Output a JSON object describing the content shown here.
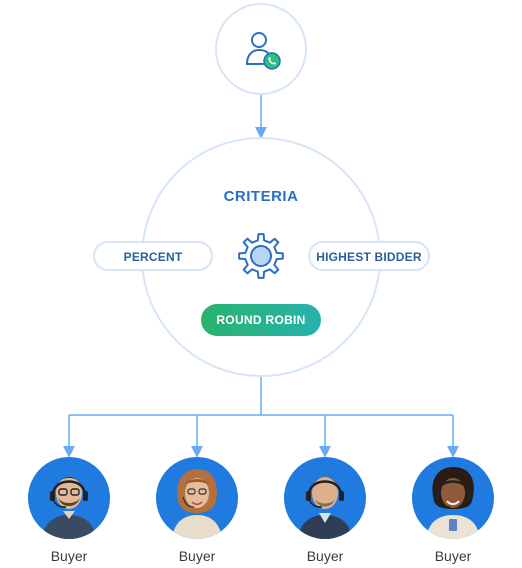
{
  "criteria": {
    "title": "CRITERIA",
    "options": {
      "percent": "PERCENT",
      "highest_bidder": "HIGHEST BIDDER",
      "round_robin": "ROUND ROBIN"
    }
  },
  "buyers": [
    {
      "label": "Buyer"
    },
    {
      "label": "Buyer"
    },
    {
      "label": "Buyer"
    },
    {
      "label": "Buyer"
    }
  ],
  "colors": {
    "accent_blue": "#2a6fc4",
    "circle_border": "#d6e6f8",
    "connector": "#6aaaf0",
    "round_robin_gradient_start": "#29b36e",
    "round_robin_gradient_end": "#26b2ae",
    "avatar_background": "#1f7be0"
  },
  "icons": {
    "caller": "user-phone-icon",
    "criteria": "gear-icon"
  }
}
